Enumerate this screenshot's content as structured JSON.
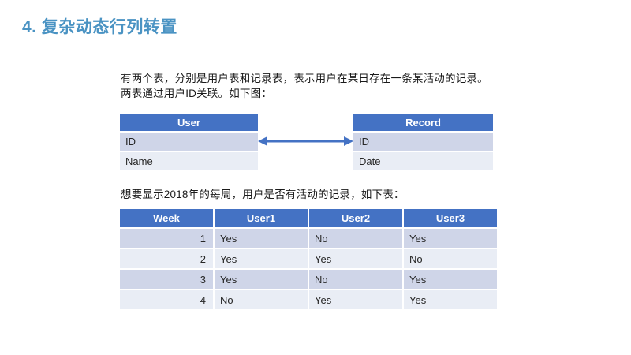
{
  "slide": {
    "title": "4. 复杂动态行列转置",
    "title_color": "#4A93C3",
    "accent_color": "#4472C4",
    "band_color_a": "#CFD5E8",
    "band_color_b": "#E9EDF5",
    "background": "#FFFFFF"
  },
  "paragraphs": {
    "intro": "有两个表，分别是用户表和记录表，表示用户在某日存在一条某活动的记录。两表通过用户ID关联。如下图：",
    "pivot_lead": "想要显示2018年的每周，用户是否有活动的记录，如下表："
  },
  "entity_diagram": {
    "user_table": {
      "header": "User",
      "rows": [
        "ID",
        "Name"
      ]
    },
    "record_table": {
      "header": "Record",
      "rows": [
        "ID",
        "Date"
      ]
    },
    "connector": {
      "icon": "double-headed-arrow-icon",
      "color": "#4472C4"
    }
  },
  "pivot_table": {
    "headers": [
      "Week",
      "User1",
      "User2",
      "User3"
    ],
    "rows": [
      {
        "week": "1",
        "user1": "Yes",
        "user2": "No",
        "user3": "Yes"
      },
      {
        "week": "2",
        "user1": "Yes",
        "user2": "Yes",
        "user3": "No"
      },
      {
        "week": "3",
        "user1": "Yes",
        "user2": "No",
        "user3": "Yes"
      },
      {
        "week": "4",
        "user1": "No",
        "user2": "Yes",
        "user3": "Yes"
      }
    ]
  }
}
